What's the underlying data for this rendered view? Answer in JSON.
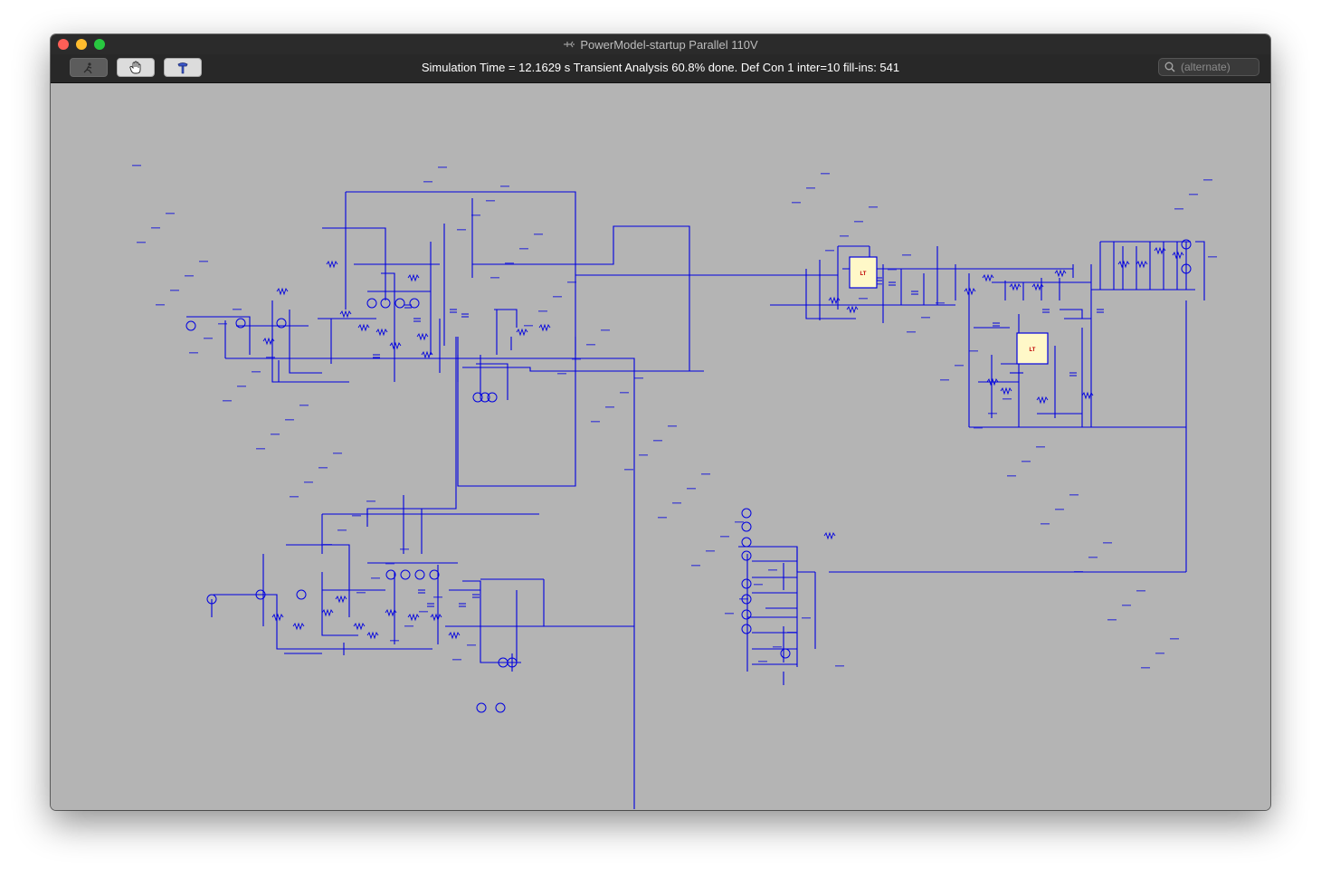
{
  "window": {
    "title": "PowerModel-startup Parallel 110V",
    "title_icon": "schematic-document-icon"
  },
  "toolbar": {
    "run_icon": "run-simulation-icon",
    "pan_icon": "hand-pan-icon",
    "probe_icon": "probe-hammer-icon",
    "status": "Simulation Time = 12.1629 s  Transient Analysis 60.8% done. Def Con 1  inter=10 fill-ins: 541",
    "search_placeholder": "(alternate)",
    "search_icon": "search-icon"
  },
  "colors": {
    "wire": "#0000e0",
    "canvas": "#b4b4b4",
    "chip": "#fff8c8"
  },
  "schematic": {
    "chips": [
      {
        "label": "LT"
      },
      {
        "label": "LT"
      }
    ]
  }
}
